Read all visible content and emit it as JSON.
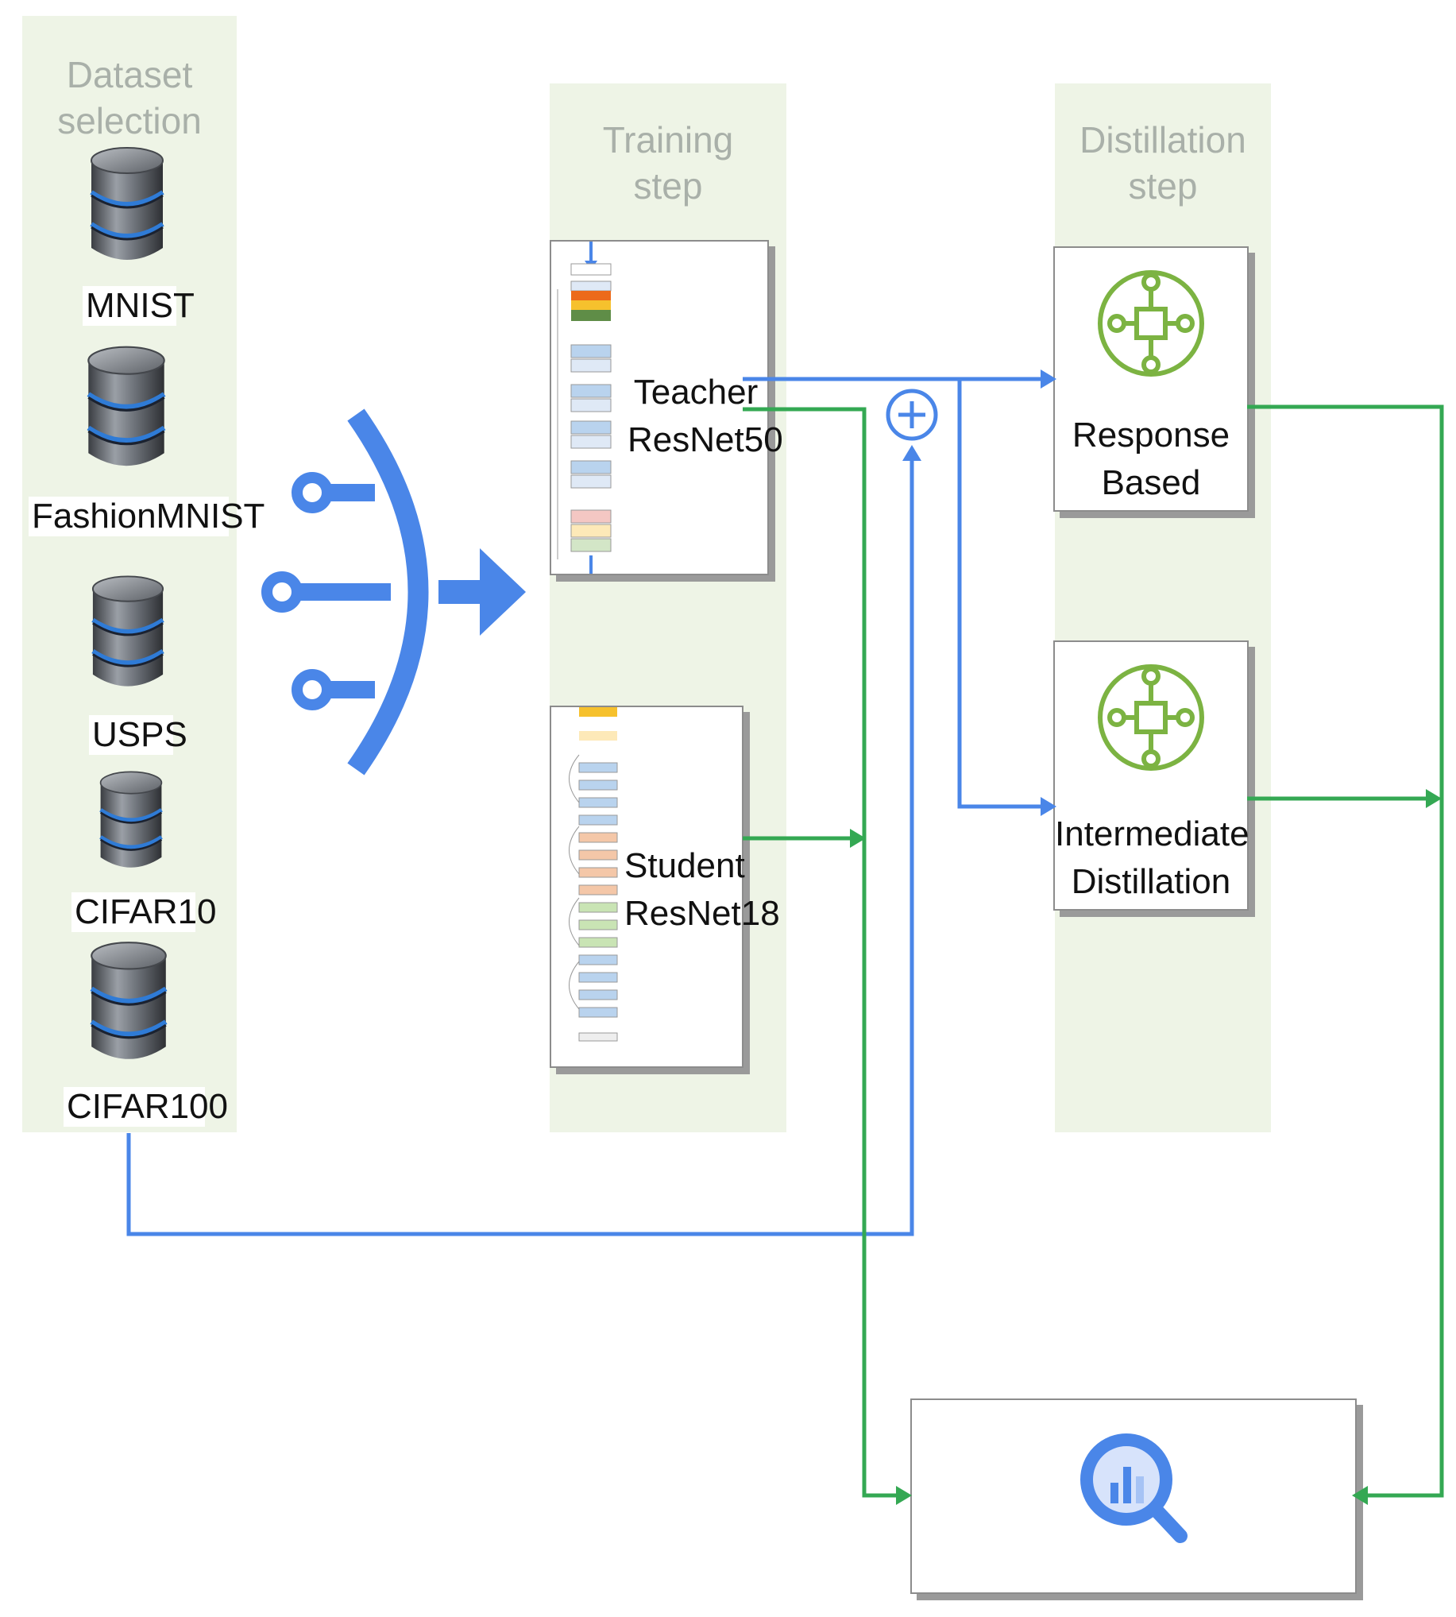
{
  "lanes": {
    "dataset": "Dataset\nselection",
    "training": "Training\nstep",
    "distillation": "Distillation\nstep"
  },
  "datasets": [
    "MNIST",
    "FashionMNIST",
    "USPS",
    "CIFAR10",
    "CIFAR100"
  ],
  "models": {
    "teacher": "Teacher\nResNet50",
    "student": "Student\nResNet18"
  },
  "methods": {
    "response": "Response\nBased",
    "intermediate": "Intermediate\nDistillation"
  },
  "icons": {
    "dataset": "database-icon",
    "merge": "merge-funnel-icon",
    "combine": "plus-circle-icon",
    "method": "model-node-icon",
    "evaluation": "analytics-search-icon"
  },
  "colors": {
    "blue_flow": "#4a86e8",
    "green_flow": "#34a853",
    "lane_bg": "#eef4e6",
    "method_icon": "#7cb342"
  }
}
